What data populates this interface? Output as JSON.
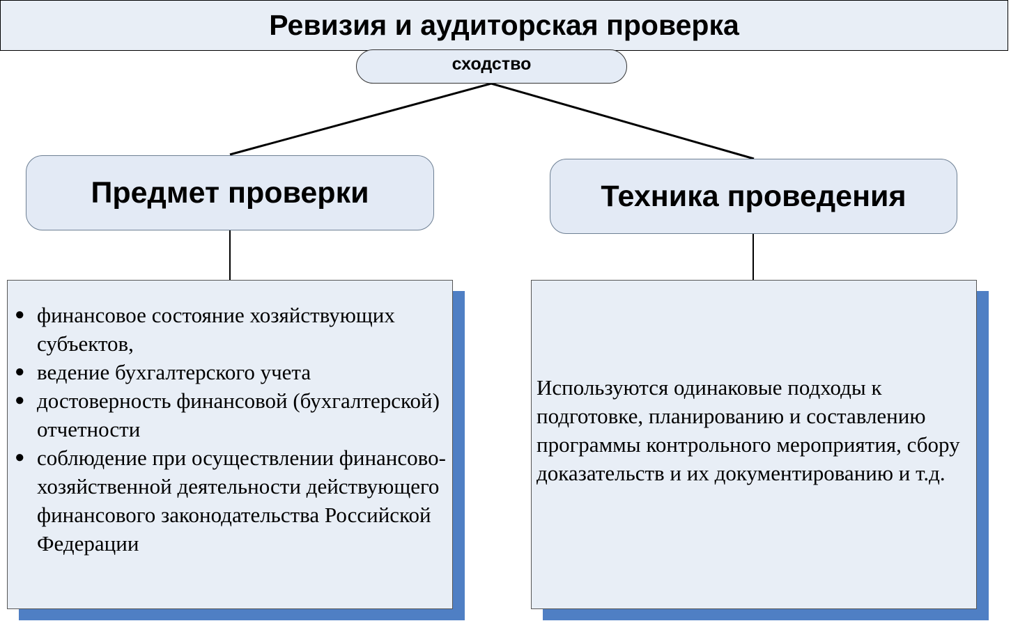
{
  "title": "Ревизия и аудиторская проверка",
  "similarity_label": "сходство",
  "branches": [
    {
      "heading": "Предмет проверки",
      "items": [
        "финансовое состояние хозяйствующих субъектов,",
        "ведение бухгалтерского учета",
        "достоверность финансовой (бухгалтерской) отчетности",
        "соблюдение при осуществлении финансово-хозяйственной деятельности действующего финансового законодательства Российской Федерации"
      ]
    },
    {
      "heading": "Техника проведения",
      "text": "Используются одинаковые подходы к подготовке, планированию и составлению программы контрольного мероприятия, сбору доказательств и их документированию и т.д."
    }
  ],
  "colors": {
    "box_fill": "#e8eef6",
    "shadow": "#4f7fc4",
    "line": "#000000"
  }
}
